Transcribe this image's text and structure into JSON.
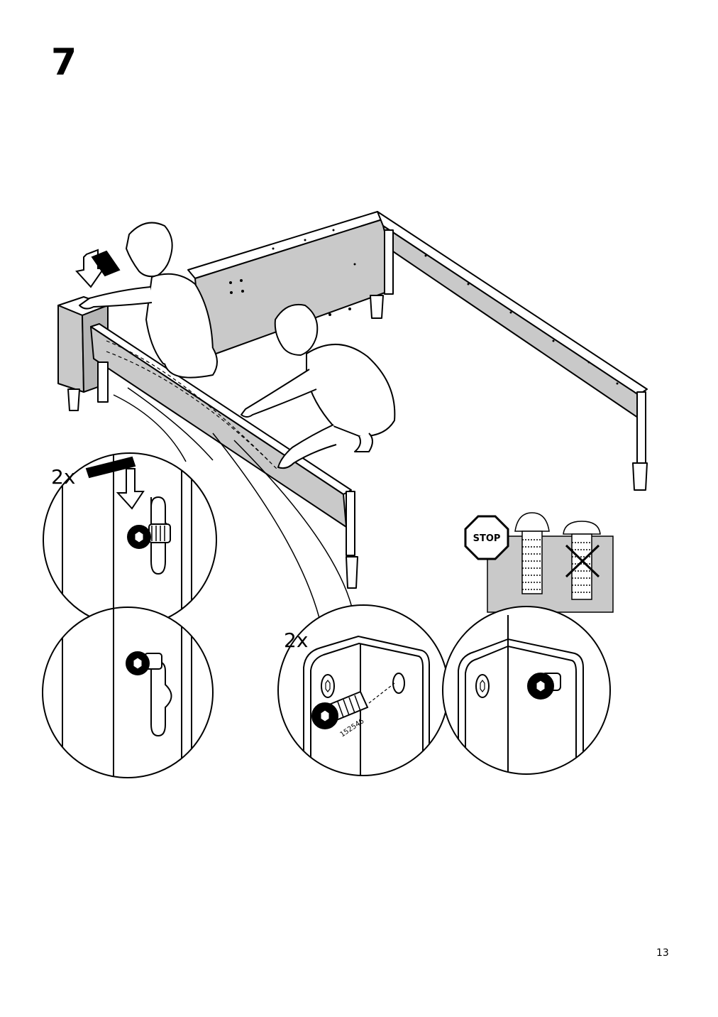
{
  "step": {
    "number": "7",
    "quantity_slot_detail": "2x",
    "quantity_bolt_detail": "2x"
  },
  "parts": {
    "bolt_article_number": "152546"
  },
  "warning": {
    "stop_label": "STOP"
  },
  "footer": {
    "page_number": "13"
  }
}
